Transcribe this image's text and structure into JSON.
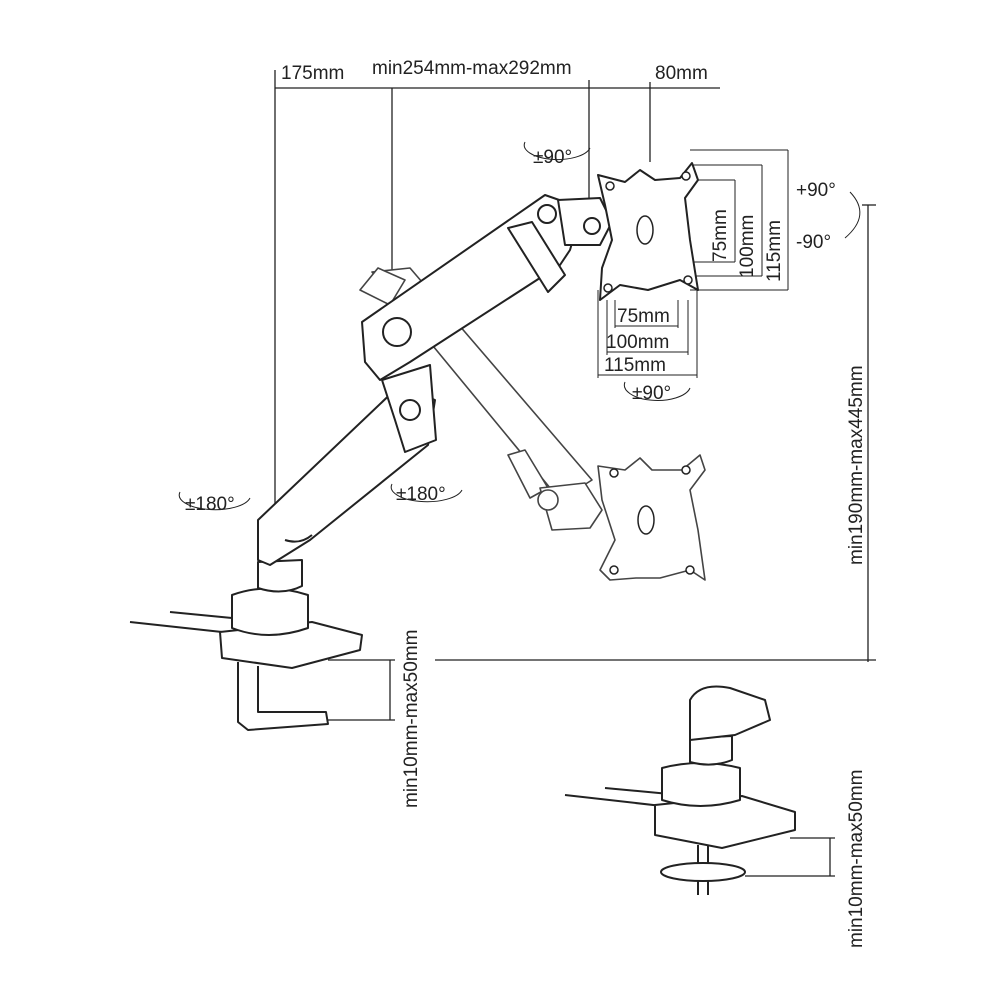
{
  "dimensions": {
    "top_left": "175mm",
    "top_mid": "min254mm-max292mm",
    "top_right": "80mm",
    "height_range": "min190mm-max445mm",
    "clamp_desk": "min10mm-max50mm",
    "grommet_desk": "min10mm-max50mm",
    "vesa_v1": "75mm",
    "vesa_v2": "100mm",
    "vesa_v3": "115mm",
    "vesa_h1": "75mm",
    "vesa_h2": "100mm",
    "vesa_h3": "115mm"
  },
  "rotations": {
    "swivel_top": "±90°",
    "tilt_up": "+90°",
    "tilt_down": "-90°",
    "rotate_plate": "±90°",
    "base_swivel": "±180°",
    "elbow_swivel": "±180°"
  }
}
